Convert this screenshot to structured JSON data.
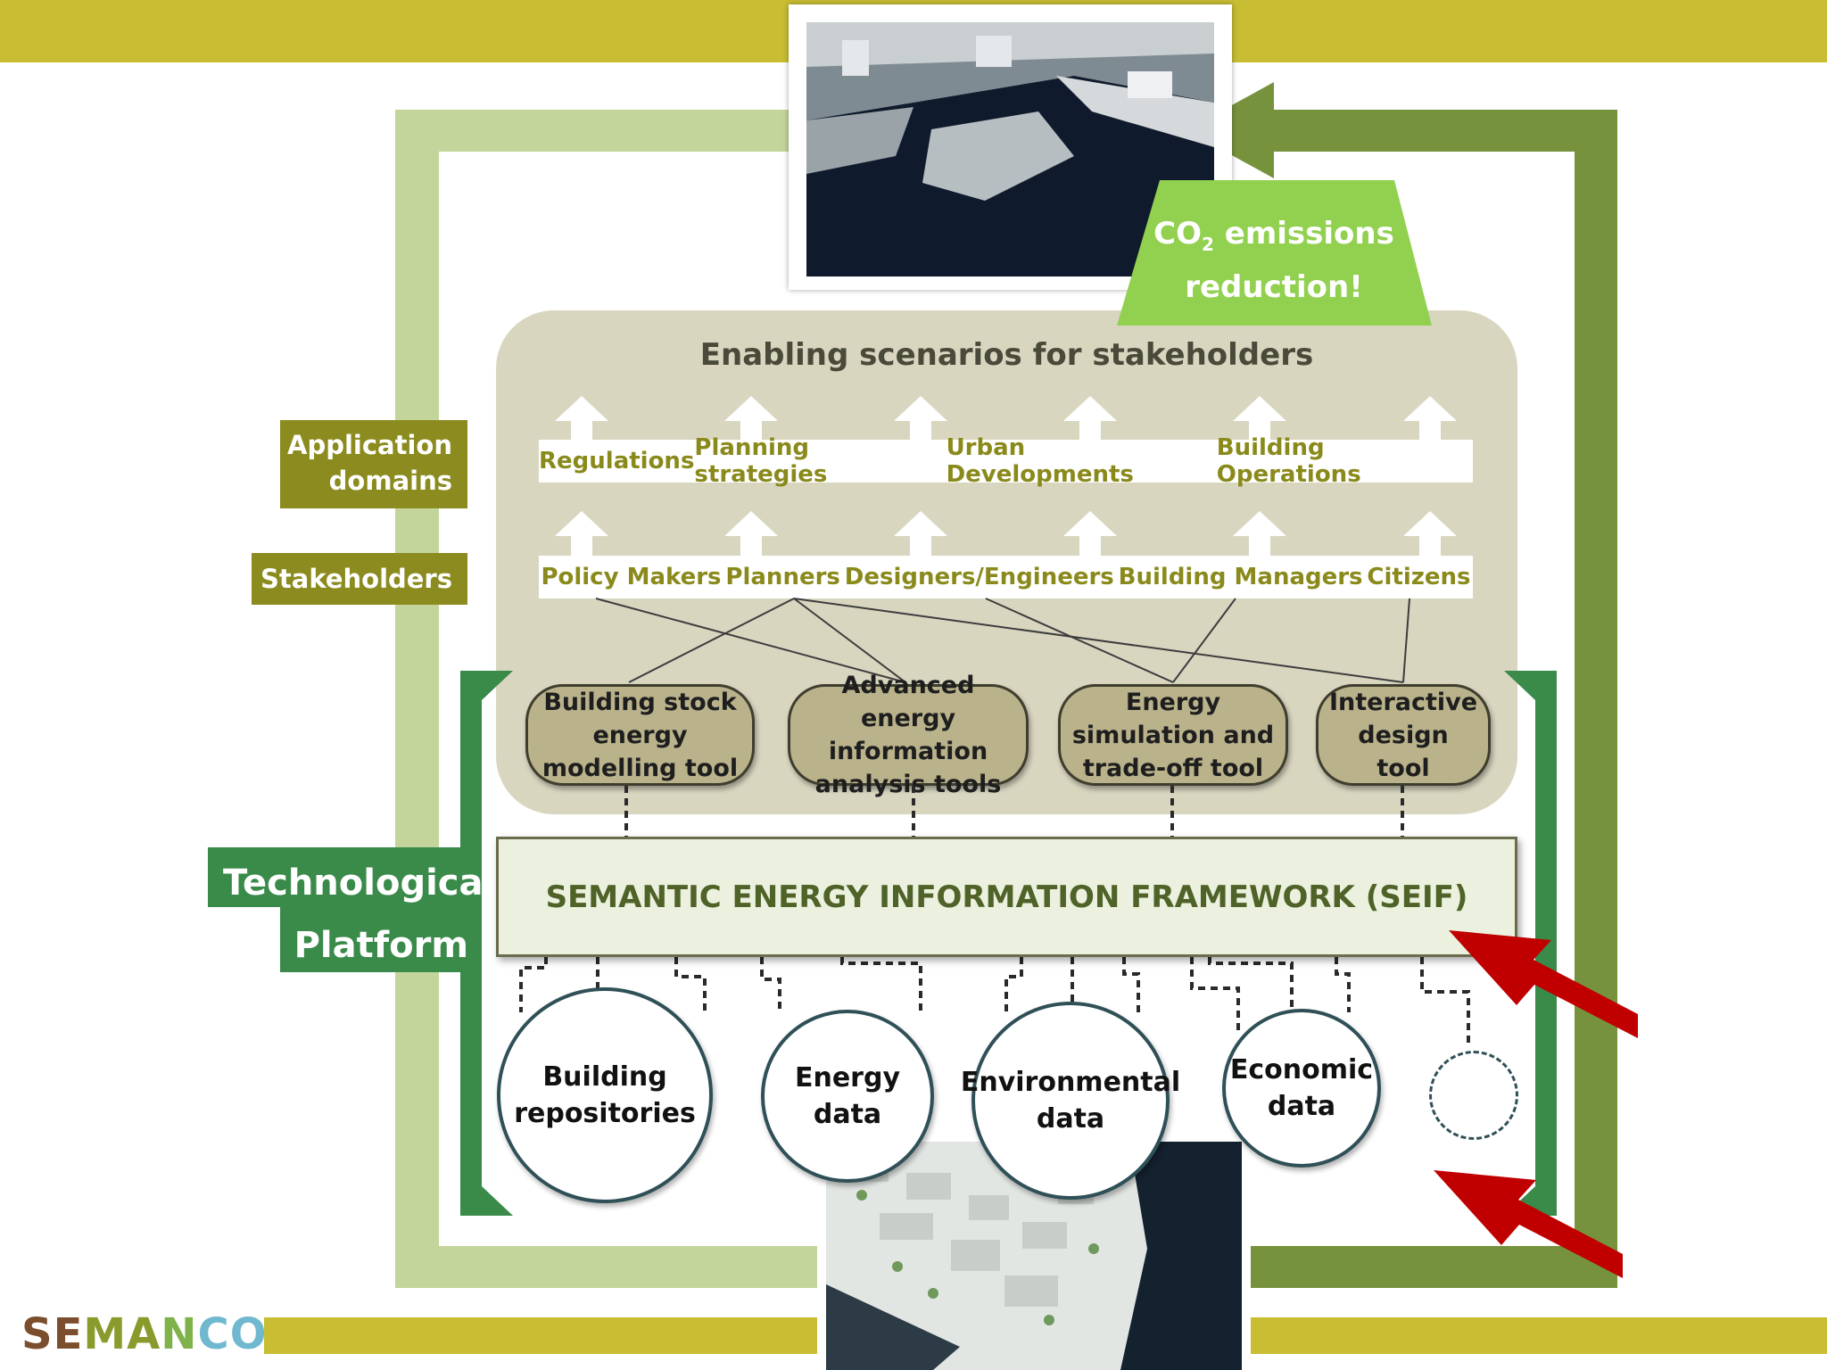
{
  "header": {
    "stakeholder_scenarios_title": "Enabling scenarios for stakeholders"
  },
  "side_labels": {
    "application_domains": [
      "Application",
      "domains"
    ],
    "stakeholders": "Stakeholders",
    "technological_platform": [
      "Technological",
      "Platform"
    ]
  },
  "co2_badge": {
    "line1_prefix": "CO",
    "line1_sub": "2",
    "line1_suffix": " emissions",
    "line2": "reduction!"
  },
  "application_domains": [
    "Regulations",
    "Planning strategies",
    "Urban Developments",
    "Building Operations"
  ],
  "stakeholders": [
    "Policy Makers",
    "Planners",
    "Designers/Engineers",
    "Building Managers",
    "Citizens"
  ],
  "tools": [
    {
      "label": "Building stock energy modelling tool"
    },
    {
      "label": "Advanced energy information analysis tools"
    },
    {
      "label": "Energy simulation and trade-off tool"
    },
    {
      "label": "Interactive design tool"
    }
  ],
  "framework": {
    "label": "SEMANTIC ENERGY INFORMATION FRAMEWORK (SEIF)"
  },
  "data_sources": [
    {
      "label": "Building repositories"
    },
    {
      "label": "Energy data"
    },
    {
      "label": "Environmental data"
    },
    {
      "label": "Economic data"
    }
  ],
  "logo": {
    "letters": [
      "S",
      "E",
      "M",
      "A",
      "N",
      "C",
      "O"
    ]
  },
  "colors": {
    "olive_bar": "#c8bd33",
    "light_green_loop": "#c3d59b",
    "dark_green_loop": "#77923d",
    "platform_green": "#3a8a4a",
    "co2_green": "#92d050",
    "label_olive": "#8b8b1f",
    "panel_beige": "#d9d6c0",
    "tool_fill": "#b9b28b",
    "seif_fill": "#ebf1de",
    "red_arrow": "#c00000"
  }
}
